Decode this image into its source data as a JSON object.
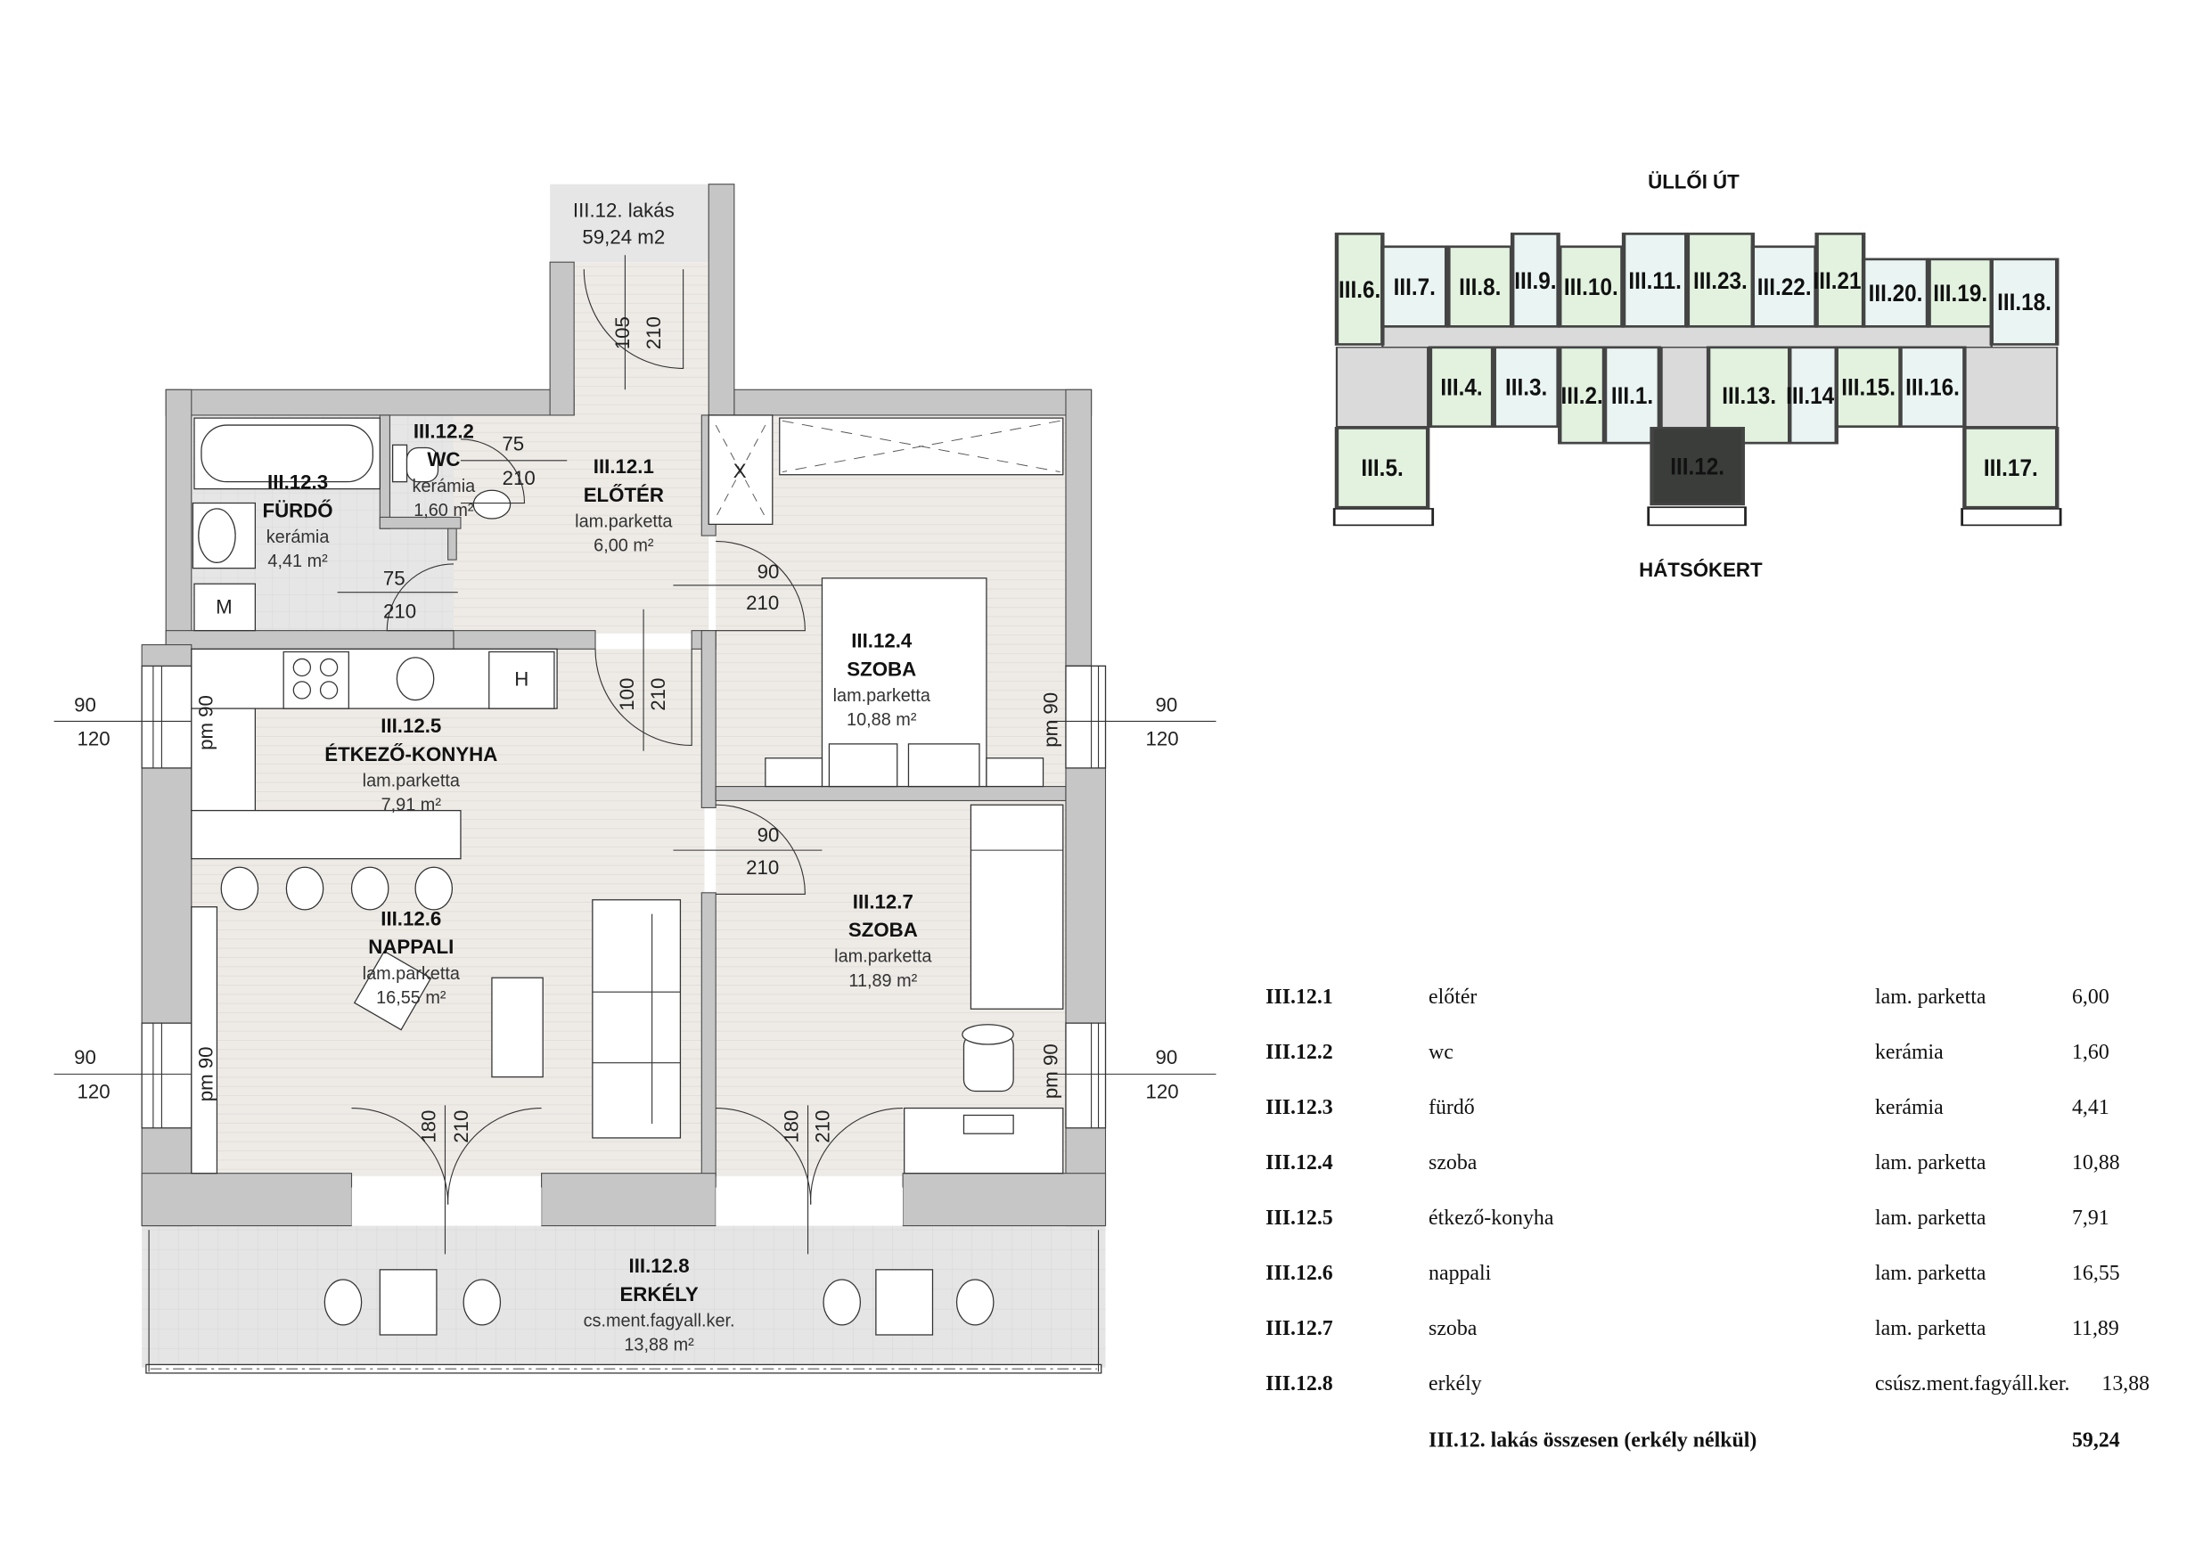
{
  "apartment": {
    "title": "III.12. lakás",
    "area": "59,24 m2"
  },
  "rooms": [
    {
      "id": "III.12.1",
      "name": "ELŐTÉR",
      "floor": "lam.parketta",
      "area": "6,00 m²"
    },
    {
      "id": "III.12.2",
      "name": "WC",
      "floor": "kerámia",
      "area": "1,60 m²"
    },
    {
      "id": "III.12.3",
      "name": "FÜRDŐ",
      "floor": "kerámia",
      "area": "4,41 m²"
    },
    {
      "id": "III.12.4",
      "name": "SZOBA",
      "floor": "lam.parketta",
      "area": "10,88 m²"
    },
    {
      "id": "III.12.5",
      "name": "ÉTKEZŐ-KONYHA",
      "floor": "lam.parketta",
      "area": "7,91 m²"
    },
    {
      "id": "III.12.6",
      "name": "NAPPALI",
      "floor": "lam.parketta",
      "area": "16,55 m²"
    },
    {
      "id": "III.12.7",
      "name": "SZOBA",
      "floor": "lam.parketta",
      "area": "11,89 m²"
    },
    {
      "id": "III.12.8",
      "name": "ERKÉLY",
      "floor": "cs.ment.fagyall.ker.",
      "area": "13,88 m²"
    }
  ],
  "doors": [
    {
      "w": "105",
      "h": "210"
    },
    {
      "w": "75",
      "h": "210"
    },
    {
      "w": "75",
      "h": "210"
    },
    {
      "w": "90",
      "h": "210"
    },
    {
      "w": "100",
      "h": "210"
    },
    {
      "w": "90",
      "h": "210"
    },
    {
      "w": "180",
      "h": "210"
    },
    {
      "w": "180",
      "h": "210"
    }
  ],
  "windows": [
    {
      "w": "90",
      "h": "120",
      "parapet": "pm 90"
    },
    {
      "w": "90",
      "h": "120",
      "parapet": "pm 90"
    },
    {
      "w": "90",
      "h": "120",
      "parapet": "pm 90"
    },
    {
      "w": "90",
      "h": "120",
      "parapet": "pm 90"
    }
  ],
  "appliances": {
    "washer": "M",
    "fridge": "H",
    "wardrobe": "X"
  },
  "keyplan": {
    "north": "ÜLLŐI ÚT",
    "south": "HÁTSÓKERT",
    "units": [
      "III.6.",
      "III.7.",
      "III.8.",
      "III.9.",
      "III.10.",
      "III.11.",
      "III.23.",
      "III.22.",
      "III.21.",
      "III.20.",
      "III.19.",
      "III.18.",
      "III.4.",
      "III.3.",
      "III.2.",
      "III.1.",
      "III.13.",
      "III.14.",
      "III.15.",
      "III.16.",
      "III.5.",
      "III.12.",
      "III.17."
    ],
    "highlighted": "III.12."
  },
  "table": {
    "rows": [
      {
        "code": "III.12.1",
        "name": "előtér",
        "floor": "lam. parketta",
        "area": "6,00"
      },
      {
        "code": "III.12.2",
        "name": "wc",
        "floor": "kerámia",
        "area": "1,60"
      },
      {
        "code": "III.12.3",
        "name": "fürdő",
        "floor": "kerámia",
        "area": "4,41"
      },
      {
        "code": "III.12.4",
        "name": "szoba",
        "floor": "lam. parketta",
        "area": "10,88"
      },
      {
        "code": "III.12.5",
        "name": "étkező-konyha",
        "floor": "lam. parketta",
        "area": "7,91"
      },
      {
        "code": "III.12.6",
        "name": "nappali",
        "floor": "lam. parketta",
        "area": "16,55"
      },
      {
        "code": "III.12.7",
        "name": "szoba",
        "floor": "lam. parketta",
        "area": "11,89"
      },
      {
        "code": "III.12.8",
        "name": "erkély",
        "floor": "csúsz.ment.fagyáll.ker.",
        "area": "13,88"
      }
    ],
    "total_label": "III.12. lakás összesen (erkély nélkül)",
    "total": "59,24"
  },
  "colors": {
    "wall": "#c6c6c6",
    "floor": "#eeebe7",
    "tile": "#e4e4e4",
    "unit_green": "#e2f2df",
    "unit_teal": "#eaf5f3",
    "highlight": "#3a3d3a"
  }
}
